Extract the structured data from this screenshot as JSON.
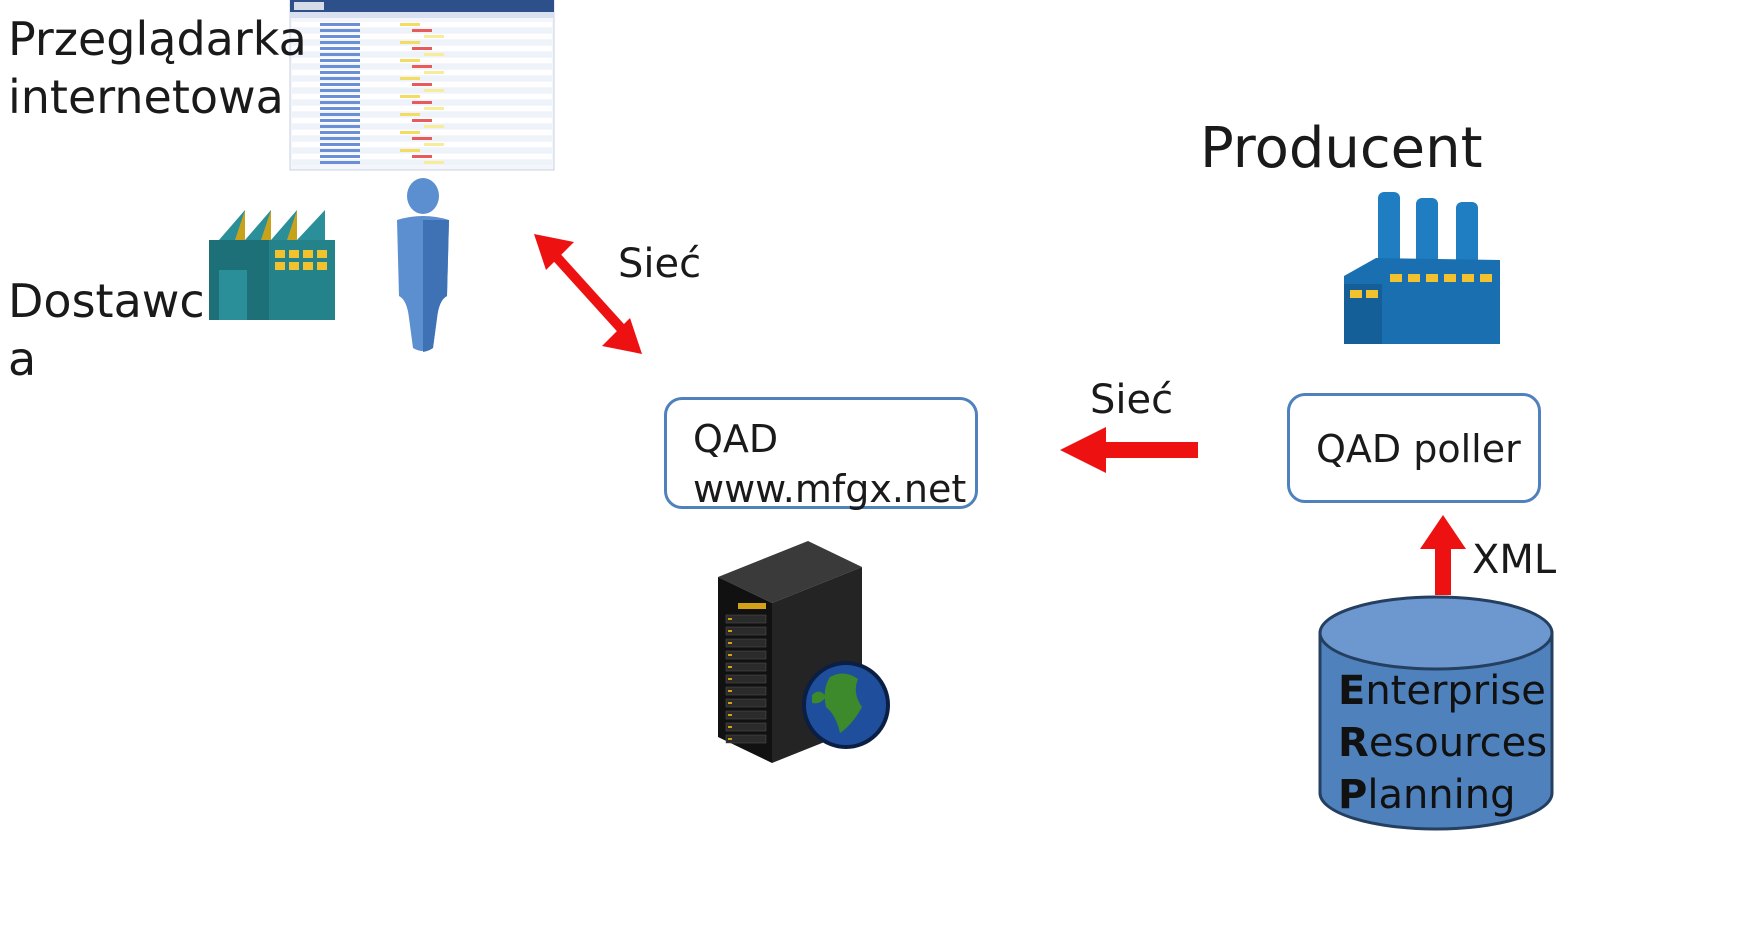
{
  "browser_label": {
    "line1": "Przeglądarka",
    "line2": "internetowa"
  },
  "supplier_label": {
    "line1": "Dostawc",
    "line2": "a"
  },
  "producer_label": "Producent",
  "network_label_left": "Sieć",
  "network_label_right": "Sieć",
  "qad_box": {
    "line1": "QAD",
    "line2": "www.mfgx.net"
  },
  "poller_box": "QAD poller",
  "xml_label": "XML",
  "erp": {
    "line1_initial": "E",
    "line1_rest": "nterprise",
    "line2_initial": "R",
    "line2_rest": "esources",
    "line3_initial": "P",
    "line3_rest": "lanning"
  },
  "colors": {
    "arrow": "#ee1111",
    "box_border": "#4f81bd",
    "db_fill": "#4f81bd",
    "factory_teal": "#2a8f99",
    "factory_blue": "#1f7ec2",
    "person": "#5b8fcf"
  }
}
